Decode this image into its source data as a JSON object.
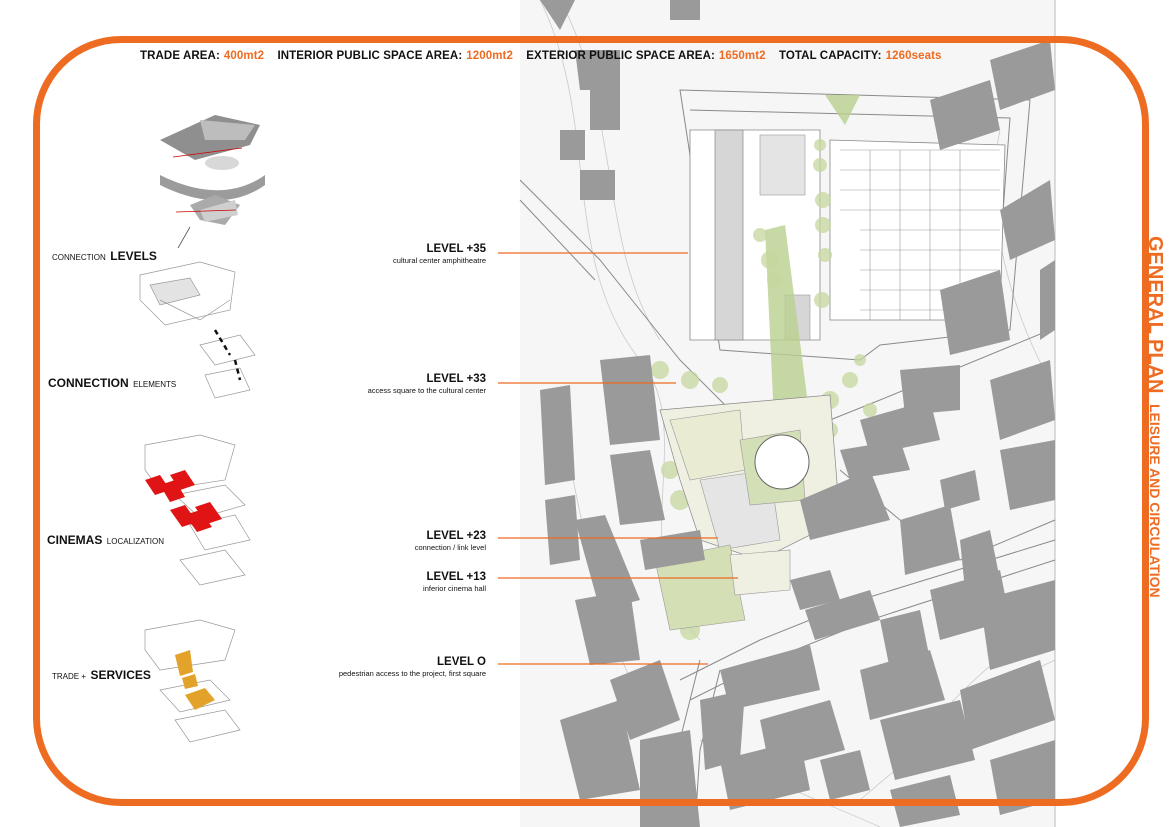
{
  "header": {
    "items": [
      {
        "label": "TRADE AREA:",
        "value": "400mt2"
      },
      {
        "label": "INTERIOR PUBLIC SPACE AREA:",
        "value": "1200mt2"
      },
      {
        "label": "EXTERIOR PUBLIC SPACE AREA:",
        "value": "1650mt2"
      },
      {
        "label": "TOTAL CAPACITY:",
        "value": "1260seats"
      }
    ]
  },
  "side_title": {
    "main": "GENERAL PLAN",
    "sub": "LEISURE AND CIRCULATION"
  },
  "diagrams": [
    {
      "prefix": "CONNECTION",
      "bold": "LEVELS",
      "suffix": ""
    },
    {
      "prefix": "",
      "bold": "CONNECTION",
      "suffix": "ELEMENTS"
    },
    {
      "prefix": "",
      "bold": "CINEMAS",
      "suffix": "LOCALIZATION"
    },
    {
      "prefix": "TRADE +",
      "bold": "SERVICES",
      "suffix": ""
    }
  ],
  "levels": [
    {
      "title": "LEVEL +35",
      "desc": "cultural center amphitheatre"
    },
    {
      "title": "LEVEL +33",
      "desc": "access square to the cultural center"
    },
    {
      "title": "LEVEL +23",
      "desc": "connection / link  level"
    },
    {
      "title": "LEVEL +13",
      "desc": "inferior cinema hall"
    },
    {
      "title": "LEVEL O",
      "desc": "pedestrian access to the project, first square"
    }
  ],
  "colors": {
    "accent": "#ee6b22",
    "cinema": "#e01414",
    "trade": "#e3a32a",
    "building": "#9a9a9a",
    "green": "#b9cf8d"
  }
}
